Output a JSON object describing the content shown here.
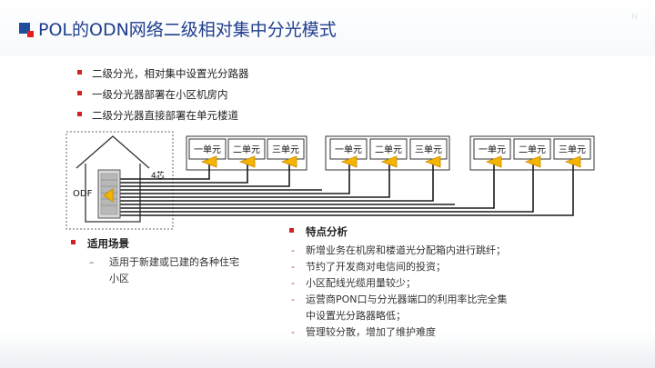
{
  "title": "POL的ODN网络二级相对集中分光模式",
  "logo_text": "N",
  "bullets": [
    "二级分光，相对集中设置光分路器",
    "一级分光器部署在小区机房内",
    "二级分光器直接部署在单元楼道"
  ],
  "diagram": {
    "odf_label": "ODF",
    "core_label": "4芯",
    "units": [
      "一单元",
      "二单元",
      "三单元",
      "一单元",
      "二单元",
      "三单元",
      "一单元",
      "二单元",
      "三单元"
    ],
    "colors": {
      "line": "#222222",
      "splitter": "#f5b400",
      "box_border": "#333333"
    }
  },
  "scenario": {
    "heading": "适用场景",
    "items": [
      "适用于新建或已建的各种住宅",
      "小区"
    ]
  },
  "analysis": {
    "heading": "特点分析",
    "items": [
      "新增业务在机房和楼道光分配箱内进行跳纤；",
      "节约了开发商对电信间的投资；",
      "小区配线光缆用量较少；",
      "运营商PON口与分光器端口的利用率比完全集",
      "中设置光分路器略低；",
      "管理较分散，增加了维护难度"
    ]
  }
}
